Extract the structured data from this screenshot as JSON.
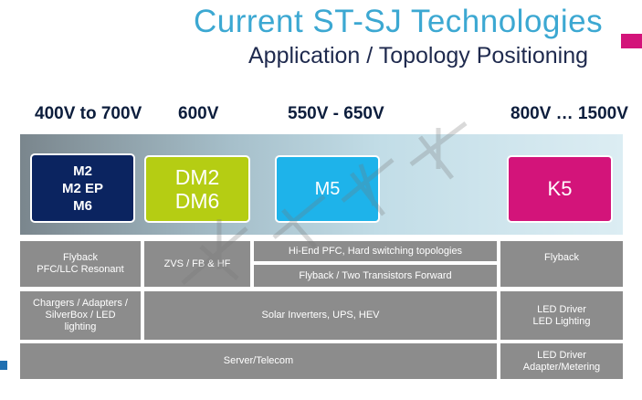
{
  "header": {
    "title": "Current ST-SJ Technologies",
    "subtitle": "Application / Topology Positioning"
  },
  "voltages": [
    "400V to 700V",
    "600V",
    "550V - 650V",
    "800V … 1500V"
  ],
  "chips": {
    "m2": [
      "M2",
      "M2 EP",
      "M6"
    ],
    "dm": [
      "DM2",
      "DM6"
    ],
    "m5": "M5",
    "k5": "K5"
  },
  "applications": {
    "flyback_pfc": [
      "Flyback",
      "PFC/LLC Resonant"
    ],
    "zvs": "ZVS / FB & HF",
    "hiend_pfc": "Hi-End PFC, Hard switching topologies",
    "flyback_two_transistors": "Flyback / Two Transistors Forward",
    "flyback_k5": "Flyback",
    "chargers": [
      "Chargers / Adapters /",
      "SilverBox / LED",
      "lighting"
    ],
    "solar": "Solar Inverters, UPS, HEV",
    "led_driver_lighting": [
      "LED Driver",
      "LED Lighting"
    ],
    "server": "Server/Telecom",
    "led_driver_adapter": [
      "LED Driver",
      "Adapter/Metering"
    ]
  },
  "colors": {
    "title": "#3ca8d2",
    "subtitle": "#1f2a4e",
    "accent": "#d3147a",
    "m2_chip": "#0b2460",
    "dm_chip": "#b5cd13",
    "m5_chip": "#1eb3ea",
    "k5_chip": "#d3147a",
    "cell": "#8c8c8c"
  }
}
